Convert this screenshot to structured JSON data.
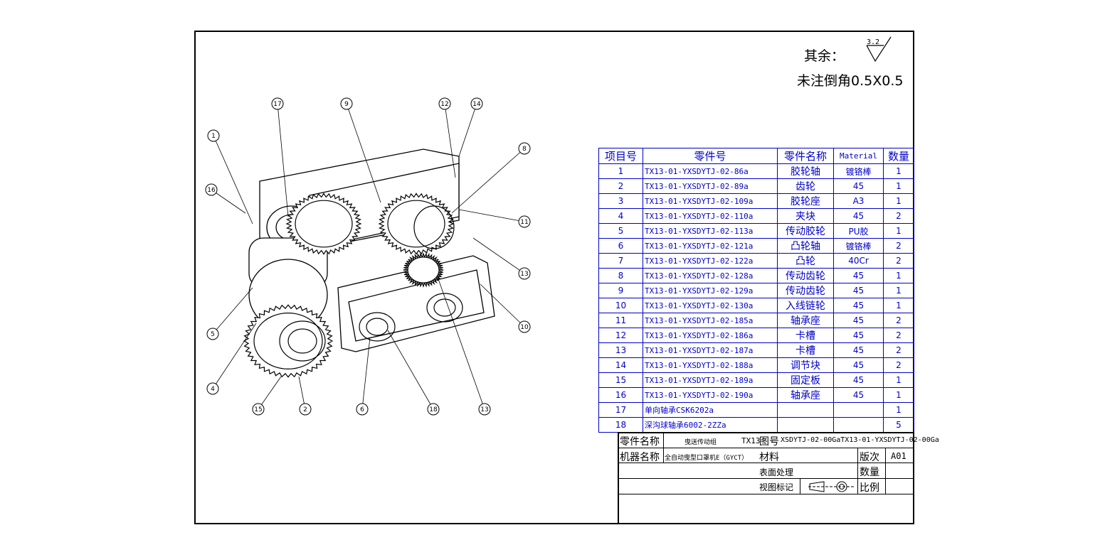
{
  "notes": {
    "rest_label": "其余：",
    "roughness": "3.2",
    "chamfer": "未注倒角0.5X0.5"
  },
  "balloons": [
    "1",
    "17",
    "9",
    "12",
    "14",
    "8",
    "16",
    "11",
    "13",
    "10",
    "5",
    "4",
    "15",
    "2",
    "6",
    "18",
    "13"
  ],
  "bom": {
    "headers": [
      "项目号",
      "零件号",
      "零件名称",
      "Material",
      "数量"
    ],
    "rows": [
      [
        "1",
        "TX13-01-YXSDYTJ-02-86a",
        "胶轮轴",
        "镀铬棒",
        "1"
      ],
      [
        "2",
        "TX13-01-YXSDYTJ-02-89a",
        "齿轮",
        "45",
        "1"
      ],
      [
        "3",
        "TX13-01-YXSDYTJ-02-109a",
        "胶轮座",
        "A3",
        "1"
      ],
      [
        "4",
        "TX13-01-YXSDYTJ-02-110a",
        "夹块",
        "45",
        "2"
      ],
      [
        "5",
        "TX13-01-YXSDYTJ-02-113a",
        "传动胶轮",
        "PU胶",
        "1"
      ],
      [
        "6",
        "TX13-01-YXSDYTJ-02-121a",
        "凸轮轴",
        "镀铬棒",
        "2"
      ],
      [
        "7",
        "TX13-01-YXSDYTJ-02-122a",
        "凸轮",
        "40Cr",
        "2"
      ],
      [
        "8",
        "TX13-01-YXSDYTJ-02-128a",
        "传动齿轮",
        "45",
        "1"
      ],
      [
        "9",
        "TX13-01-YXSDYTJ-02-129a",
        "传动齿轮",
        "45",
        "1"
      ],
      [
        "10",
        "TX13-01-YXSDYTJ-02-130a",
        "入线链轮",
        "45",
        "1"
      ],
      [
        "11",
        "TX13-01-YXSDYTJ-02-185a",
        "轴承座",
        "45",
        "2"
      ],
      [
        "12",
        "TX13-01-YXSDYTJ-02-186a",
        "卡槽",
        "45",
        "2"
      ],
      [
        "13",
        "TX13-01-YXSDYTJ-02-187a",
        "卡槽",
        "45",
        "2"
      ],
      [
        "14",
        "TX13-01-YXSDYTJ-02-188a",
        "调节块",
        "45",
        "2"
      ],
      [
        "15",
        "TX13-01-YXSDYTJ-02-189a",
        "固定板",
        "45",
        "1"
      ],
      [
        "16",
        "TX13-01-YXSDYTJ-02-190a",
        "轴承座",
        "45",
        "1"
      ],
      [
        "17",
        "单向轴承CSK6202a",
        "",
        "",
        "1"
      ],
      [
        "18",
        "深沟球轴承6002-2ZZa",
        "",
        "",
        "5"
      ]
    ]
  },
  "title_block": {
    "part_name_label": "零件名称",
    "part_name": "曳送传动组",
    "drawing_no_prefix": "TX13-",
    "drawing_no_label": "图号",
    "drawing_no": "XSDYTJ-02-00GaTX13-01-YXSDYTJ-02-00Ga",
    "machine_label": "机器名称",
    "machine_name": "全自动曳型口罩机E（GYCT）",
    "material_label": "材料",
    "version_label": "版次",
    "version": "A01",
    "surface_label": "表面处理",
    "qty_label": "数量",
    "view_label": "视图标记",
    "scale_label": "比例"
  }
}
